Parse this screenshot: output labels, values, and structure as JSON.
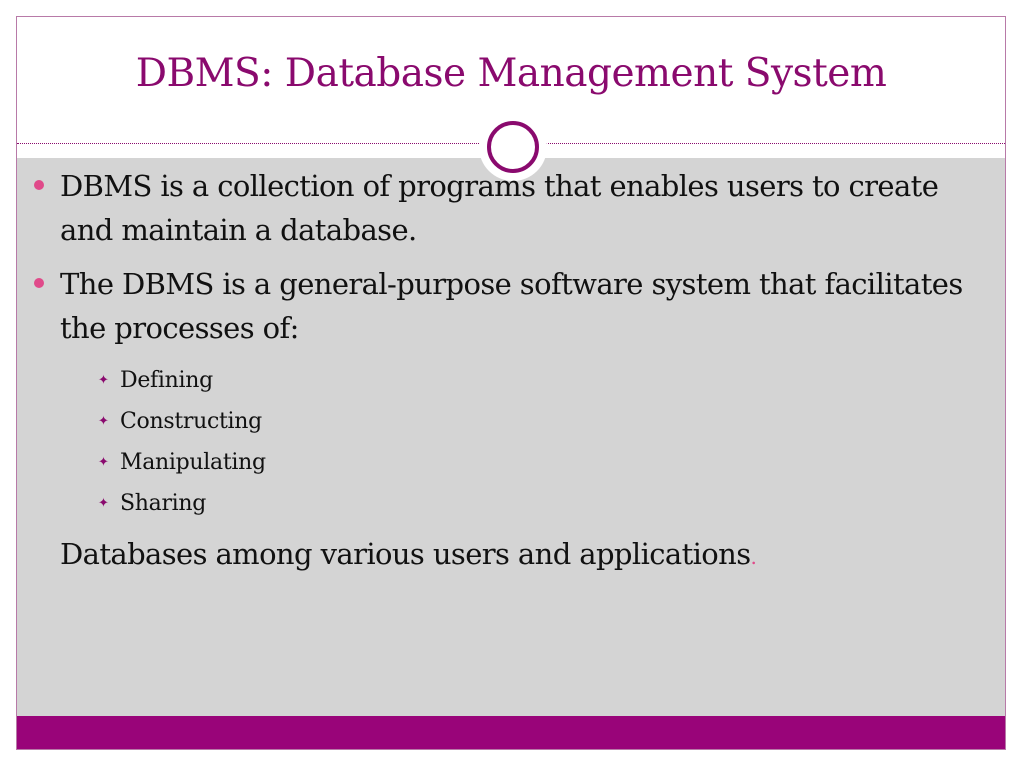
{
  "slide": {
    "title": "DBMS: Database Management System",
    "bullets": [
      {
        "text": "DBMS is a collection of programs that enables users to create and maintain a database."
      },
      {
        "text": "The DBMS is a general-purpose software system that facilitates the processes of:"
      }
    ],
    "sub_items": [
      "Defining",
      "Constructing",
      "Manipulating",
      "Sharing"
    ],
    "trailing_text": "Databases among various users and applications",
    "trailing_period": "."
  },
  "colors": {
    "accent": "#8a0a6e",
    "footer": "#990479",
    "bullet": "#e04a8a",
    "content_bg": "#d4d4d4"
  },
  "icons": {
    "bullet": "round-bullet-icon",
    "sub_bullet": "four-point-star-icon",
    "ornament": "ring-ornament-icon"
  }
}
